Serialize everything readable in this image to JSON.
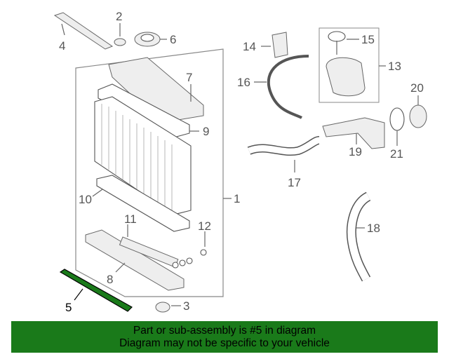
{
  "diagram": {
    "callouts": {
      "c1": "1",
      "c2": "2",
      "c3": "3",
      "c4": "4",
      "c5": "5",
      "c6": "6",
      "c7": "7",
      "c8": "8",
      "c9": "9",
      "c10": "10",
      "c11": "11",
      "c12": "12",
      "c13": "13",
      "c14": "14",
      "c15": "15",
      "c16": "16",
      "c17": "17",
      "c18": "18",
      "c19": "19",
      "c20": "20",
      "c21": "21"
    },
    "highlighted_part": "5"
  },
  "banner": {
    "line1": "Part or sub-assembly is #5 in diagram",
    "line2": "Diagram may not be specific to your vehicle",
    "background_color": "#1a7a1a"
  }
}
